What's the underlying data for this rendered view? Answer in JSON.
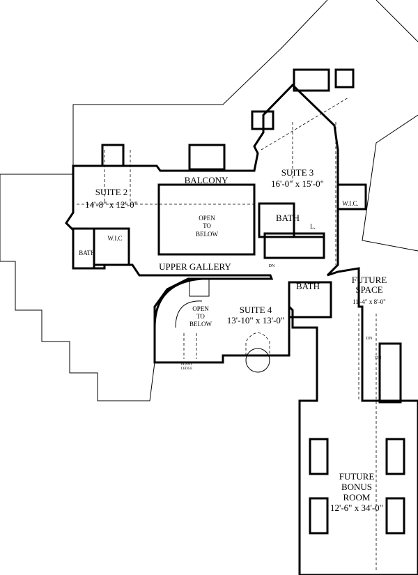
{
  "rooms": {
    "suite2": {
      "name": "SUITE 2",
      "size": "14'-8\" x 12'-0\""
    },
    "balcony": {
      "name": "BALCONY"
    },
    "open_below_1": {
      "line1": "OPEN",
      "line2": "TO",
      "line3": "BELOW"
    },
    "suite3": {
      "name": "SUITE 3",
      "size": "16'-0\" x 15'-0\""
    },
    "bath_suite3": {
      "name": "BATH"
    },
    "linen": {
      "name": "L."
    },
    "wic_suite3": {
      "name": "W.I.C."
    },
    "wic_suite2": {
      "name": "W.I.C"
    },
    "bath_suite2": {
      "name": "BATH"
    },
    "upper_gallery": {
      "name": "UPPER GALLERY"
    },
    "open_below_2": {
      "line1": "OPEN",
      "line2": "TO",
      "line3": "BELOW"
    },
    "suite4": {
      "name": "SUITE 4",
      "size": "13'-10\" x 13'-0\""
    },
    "bath_suite4": {
      "name": "BATH"
    },
    "future_space": {
      "line1": "FUTURE",
      "line2": "SPACE",
      "size": "11'-4\" x 8'-0\""
    },
    "future_bonus": {
      "line1": "FUTURE",
      "line2": "BONUS",
      "line3": "ROOM",
      "size": "12'-6\" x 34'-0\""
    },
    "plant_ledge": {
      "line1": "PLANT",
      "line2": "LEDGE"
    }
  },
  "stairs": {
    "dn1": "DN",
    "dn2": "DN",
    "dn3": "DN"
  }
}
